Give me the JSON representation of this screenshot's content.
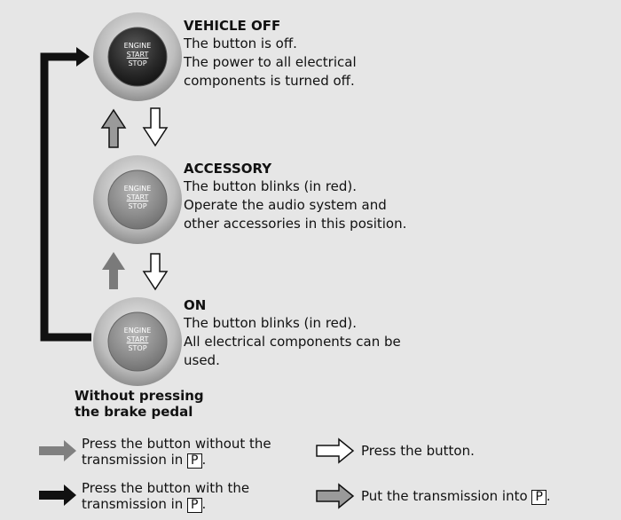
{
  "states": [
    {
      "button": {
        "line1": "ENGINE",
        "line2": "START",
        "line3": "STOP"
      },
      "title": "VEHICLE OFF",
      "line1": "The button is off.",
      "line2": "The power to all electrical",
      "line3": "components is turned off."
    },
    {
      "button": {
        "line1": "ENGINE",
        "line2": "START",
        "line3": "STOP"
      },
      "title": "ACCESSORY",
      "line1": "The button blinks (in red).",
      "line2": "Operate the audio system and",
      "line3": "other accessories in this position."
    },
    {
      "button": {
        "line1": "ENGINE",
        "line2": "START",
        "line3": "STOP"
      },
      "title": "ON",
      "line1": "The button blinks (in red).",
      "line2": "All electrical components can be",
      "line3": "used."
    }
  ],
  "brake_note": {
    "line1": "Without pressing",
    "line2": "the brake pedal"
  },
  "legend": {
    "gray_arrow": {
      "line1": "Press the button without the",
      "line2_prefix": "transmission in",
      "key": "P",
      "line2_suffix": "."
    },
    "black_arrow": {
      "line1": "Press the button with the",
      "line2_prefix": "transmission in",
      "key": "P",
      "line2_suffix": "."
    },
    "white_arrow": {
      "text": "Press the button."
    },
    "gray_outline_arrow": {
      "prefix": "Put the transmission into",
      "key": "P",
      "suffix": "."
    }
  },
  "colors": {
    "background": "#e6e6e6",
    "black_arrow": "#111111",
    "gray_arrow": "#808080",
    "white_arrow": "#ffffff",
    "button_off": "#2a2a2a",
    "button_on": "#8c8c8c"
  }
}
